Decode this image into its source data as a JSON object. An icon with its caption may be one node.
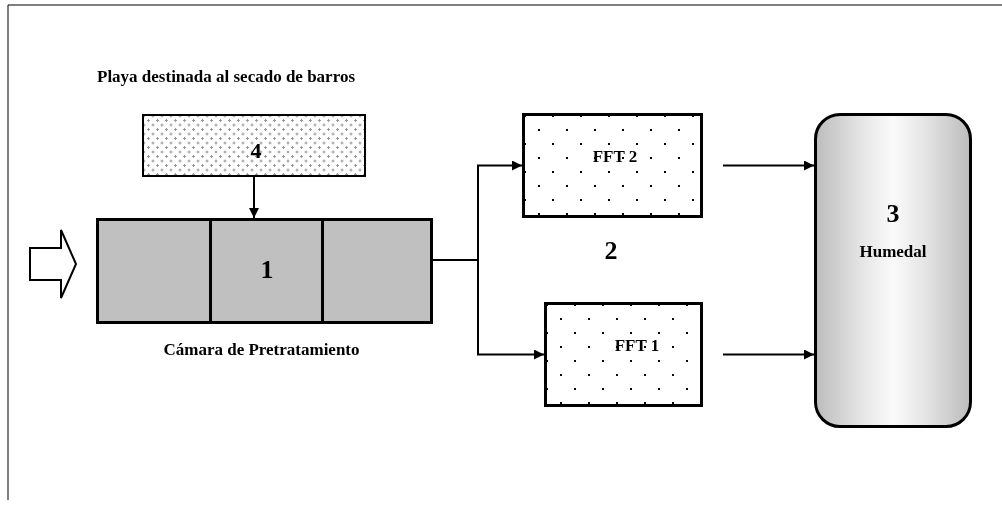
{
  "diagram": {
    "nodes": [
      {
        "text": [
          "Playa destinada al secado de barros",
          "4"
        ]
      },
      {
        "text": [
          "1"
        ],
        "beside": [
          "Cámara de Pretratamiento"
        ]
      },
      {
        "text": [
          "FFT 2"
        ]
      },
      {
        "text": [
          "FFT 1"
        ]
      },
      {
        "text": [
          "3",
          "Humedal"
        ]
      }
    ],
    "edges": [
      {
        "from": null,
        "to": 1,
        "arrow": "to"
      },
      {
        "from": 0,
        "to": 1,
        "arrow": "to"
      },
      {
        "from": 1,
        "to": 2,
        "arrow": "to"
      },
      {
        "from": 1,
        "to": 3,
        "arrow": "to"
      },
      {
        "from": 2,
        "to": 4,
        "arrow": "to"
      },
      {
        "from": 3,
        "to": 4,
        "arrow": "to"
      }
    ],
    "labels": [
      "2"
    ]
  }
}
